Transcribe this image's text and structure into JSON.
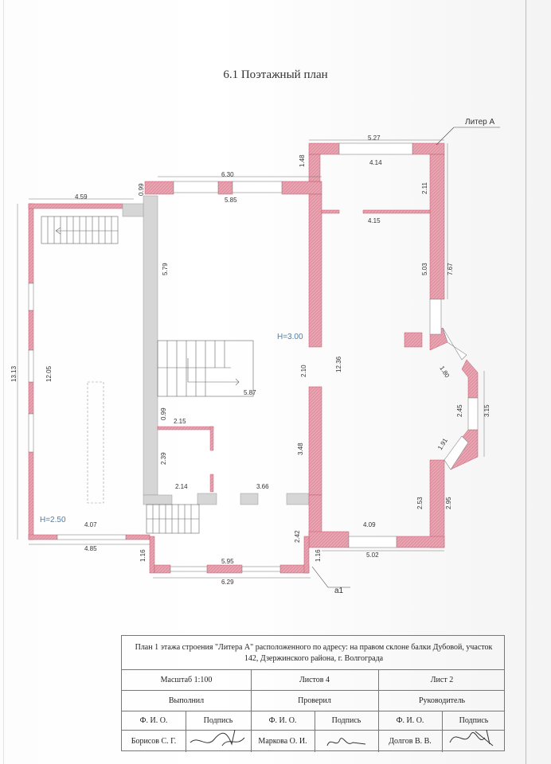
{
  "page": {
    "title": "6.1 Поэтажный план"
  },
  "plan": {
    "litera_label": "Литер А",
    "height_labels": {
      "left_block": "H=2.50",
      "main_block": "H=3.00"
    },
    "section_mark": "a1",
    "dimensions": [
      {
        "id": "top-width-bay",
        "text": "5.27"
      },
      {
        "id": "bay-inner-width",
        "text": "4.14"
      },
      {
        "id": "bay-corner",
        "text": "1.48"
      },
      {
        "id": "top-outer-width",
        "text": "6.30"
      },
      {
        "id": "top-inner-width",
        "text": "5.85"
      },
      {
        "id": "left-top-width",
        "text": "4.59"
      },
      {
        "id": "left-top-offset",
        "text": "0.99"
      },
      {
        "id": "right-wall-upper",
        "text": "2.11"
      },
      {
        "id": "room-width-right",
        "text": "4.15"
      },
      {
        "id": "right-inner-height",
        "text": "5.03"
      },
      {
        "id": "right-outer-height",
        "text": "7.67"
      },
      {
        "id": "room-depth",
        "text": "5.79"
      },
      {
        "id": "left-outer-height",
        "text": "13.13"
      },
      {
        "id": "left-inner-height",
        "text": "12.05"
      },
      {
        "id": "main-height",
        "text": "12.36"
      },
      {
        "id": "stair-span",
        "text": "2.10"
      },
      {
        "id": "hall-width",
        "text": "5.87"
      },
      {
        "id": "bay-diagonal-top",
        "text": "1.80"
      },
      {
        "id": "bay-front",
        "text": "2.45"
      },
      {
        "id": "bay-front-outer",
        "text": "3.15"
      },
      {
        "id": "bay-diagonal-bottom",
        "text": "1.91"
      },
      {
        "id": "small-offset",
        "text": "0.99"
      },
      {
        "id": "wc-width",
        "text": "2.15"
      },
      {
        "id": "wc-depth",
        "text": "2.39"
      },
      {
        "id": "corridor-depth",
        "text": "3.48"
      },
      {
        "id": "store-width",
        "text": "2.14"
      },
      {
        "id": "entry-width",
        "text": "3.66"
      },
      {
        "id": "right-lower-inner",
        "text": "2.53"
      },
      {
        "id": "right-lower-outer",
        "text": "2.95"
      },
      {
        "id": "left-bottom-inner",
        "text": "4.07"
      },
      {
        "id": "left-bottom-outer",
        "text": "4.85"
      },
      {
        "id": "bottom-right-inner",
        "text": "4.09"
      },
      {
        "id": "bottom-right-outer",
        "text": "5.02"
      },
      {
        "id": "porch-depth",
        "text": "2.42"
      },
      {
        "id": "porch-left-step",
        "text": "1.16"
      },
      {
        "id": "porch-right-step",
        "text": "1.16"
      },
      {
        "id": "porch-inner-width",
        "text": "5.95"
      },
      {
        "id": "porch-outer-width",
        "text": "6.29"
      }
    ],
    "colors": {
      "wall": "#e8a7b4",
      "wall_edge": "#c9566f",
      "partition": "#d8d8d8",
      "column": "#e0566f"
    }
  },
  "stamp": {
    "description": "План 1 этажа строения \"Литера А\"  расположенного по адресу: на правом склоне балки Дубовой, участок 142, Дзержинского района, г. Волгограда",
    "scale": "Масштаб 1:100",
    "sheets_total": "Листов 4",
    "sheet_number": "Лист 2",
    "roles": [
      "Выполнил",
      "Проверил",
      "Руководитель"
    ],
    "fio_label": "Ф. И. О.",
    "signature_label": "Подпись",
    "people": [
      "Борисов С. Г.",
      "Маркова О. И.",
      "Долгов В. В."
    ]
  }
}
